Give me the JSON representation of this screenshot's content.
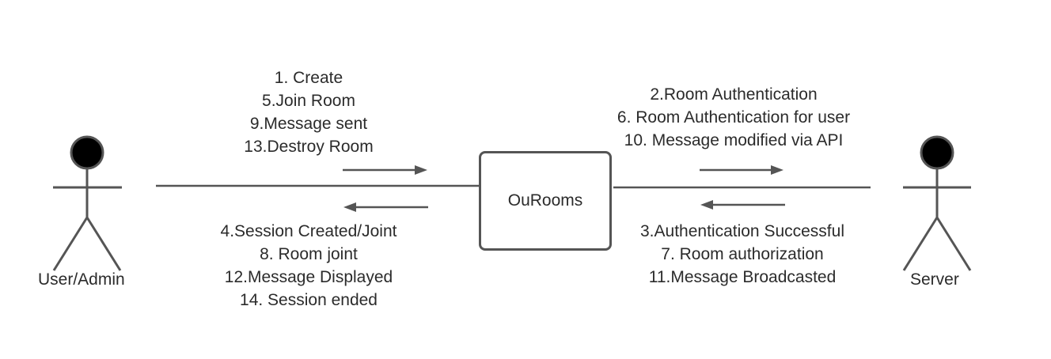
{
  "actors": {
    "left": {
      "name": "User/Admin"
    },
    "right": {
      "name": "Server"
    }
  },
  "center_node": {
    "label": "OuRooms"
  },
  "messages": {
    "user_to_system": [
      "1. Create",
      "5.Join Room",
      "9.Message sent",
      "13.Destroy Room"
    ],
    "system_to_user": [
      "4.Session Created/Joint",
      "8. Room joint",
      "12.Message Displayed",
      "14. Session ended"
    ],
    "system_to_server": [
      "2.Room Authentication",
      "6. Room Authentication for user",
      "10. Message modified via API"
    ],
    "server_to_system": [
      "3.Authentication Successful",
      "7. Room authorization",
      "11.Message Broadcasted"
    ]
  },
  "colors": {
    "line": "#555555",
    "actor_head": "#000000",
    "text": "#2b2b2b"
  }
}
